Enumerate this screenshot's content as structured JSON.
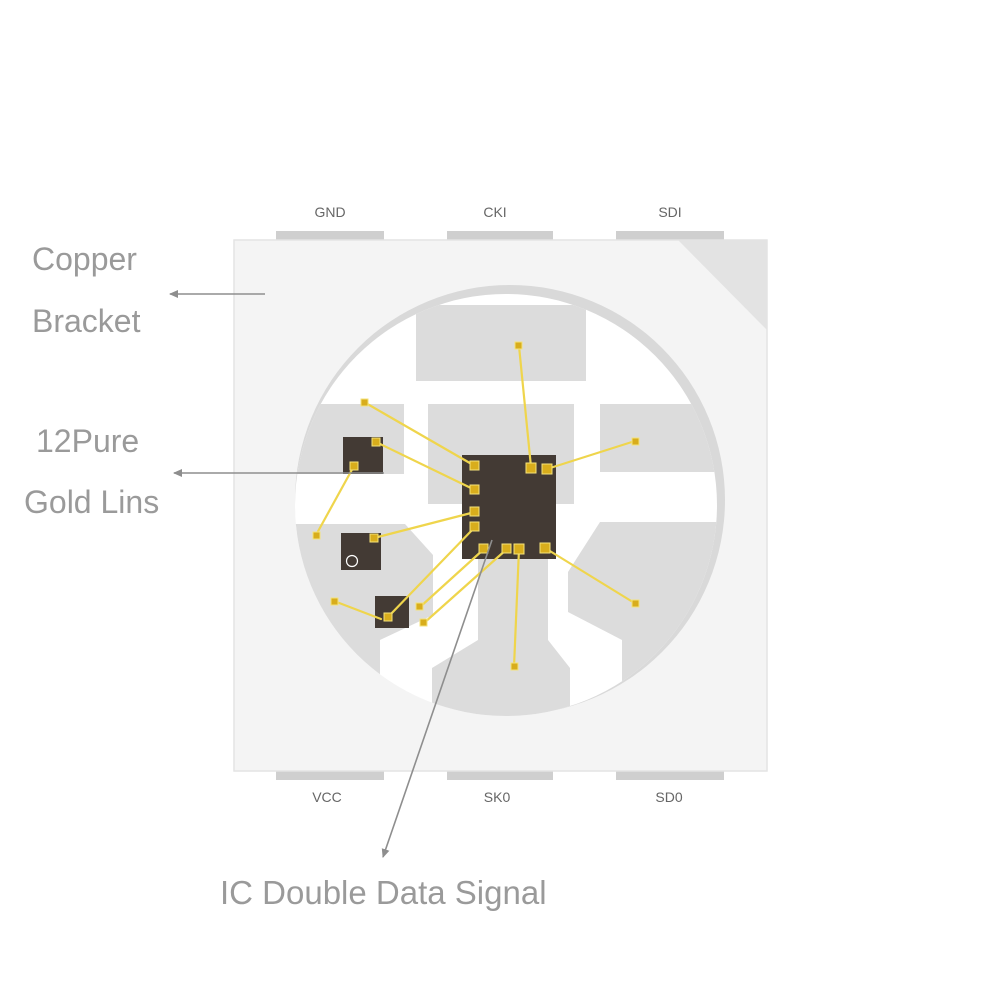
{
  "pins": {
    "top": [
      "GND",
      "CKI",
      "SDI"
    ],
    "bottom": [
      "VCC",
      "SK0",
      "SD0"
    ]
  },
  "callouts": {
    "copper_line1": "Copper",
    "copper_line2": "Bracket",
    "gold_line1": "12Pure",
    "gold_line2": "Gold Lins",
    "ic": "IC Double Data Signal"
  },
  "colors": {
    "package": "#f4f4f4",
    "package_edge": "#e4e4e4",
    "pin": "#cfcfcf",
    "cavity_ring": "#d9d9d9",
    "cavity": "#ffffff",
    "pad": "#dcdcdc",
    "die": "#433a34",
    "wire": "#efd54c",
    "bond": "#d8ad1c",
    "label_text": "#9a9a9a",
    "pin_text": "#666666",
    "arrow": "#8e8e8e"
  }
}
